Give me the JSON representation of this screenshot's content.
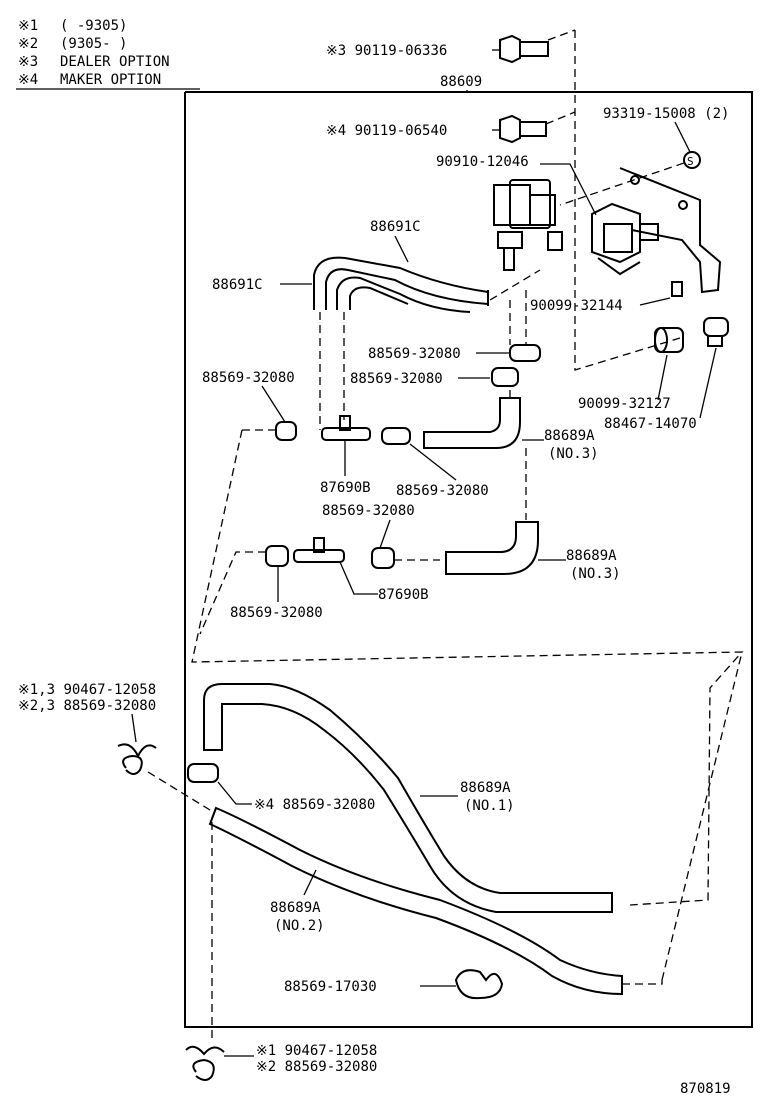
{
  "legend": [
    {
      "mark": "※1",
      "text": "(     -9305)"
    },
    {
      "mark": "※2",
      "text": "(9305-     )"
    },
    {
      "mark": "※3",
      "text": "DEALER OPTION"
    },
    {
      "mark": "※4",
      "text": "MAKER OPTION"
    }
  ],
  "labels": {
    "bolt_dealer": "※3  90119-06336",
    "assembly": "88609",
    "bolt_maker": "※4  90119-06540",
    "nut_93319": "93319-15008 (2)",
    "vsv_90910": "90910-12046",
    "hose_88691c_top": "88691C",
    "hose_88691c_left": "88691C",
    "screw_90099_32144": "90099-32144",
    "clamp_upper_1": "88569-32080",
    "clamp_upper_2": "88569-32080",
    "clamp_left": "88569-32080",
    "cushion_90099_32127": "90099-32127",
    "collar_88467": "88467-14070",
    "hose_88689a_no3_a": "88689A",
    "hose_88689a_no3_a_sub": "(NO.3)",
    "tee_87690b_a": "87690B",
    "clamp_mid_right": "88569-32080",
    "clamp_mid": "88569-32080",
    "hose_88689a_no3_b": "88689A",
    "hose_88689a_no3_b_sub": "(NO.3)",
    "clamp_lower_left": "88569-32080",
    "tee_87690b_b": "87690B",
    "clip_side_1": "※1,3  90467-12058",
    "clip_side_2": "※2,3  88569-32080",
    "clamp_maker": "※4  88569-32080",
    "hose_88689a_no1": "88689A",
    "hose_88689a_no1_sub": "(NO.1)",
    "hose_88689a_no2": "88689A",
    "hose_88689a_no2_sub": "(NO.2)",
    "clamp_88569_17030": "88569-17030",
    "clip_bottom_1": "※1  90467-12058",
    "clip_bottom_2": "※2  88569-32080",
    "figure_number": "870819"
  }
}
